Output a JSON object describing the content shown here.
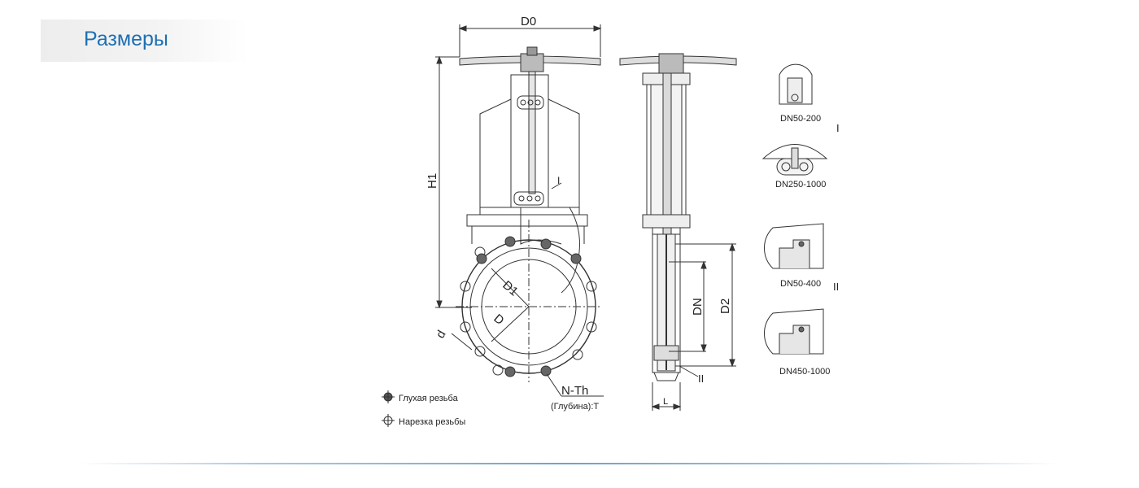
{
  "header": {
    "title": "Размеры"
  },
  "dimensions": {
    "d0": "D0",
    "h1": "H1",
    "d1": "D1",
    "d": "D",
    "d_small": "d",
    "dn": "DN",
    "d2": "D2",
    "l": "L",
    "nth": "N-Th",
    "depth": "(Глубина):T",
    "detail_1": "I",
    "detail_2": "II"
  },
  "legend": {
    "blind_thread": "Глухая резьба",
    "through_thread": "Нарезка резьбы"
  },
  "details": {
    "group_1": {
      "marker": "I",
      "items": [
        "DN50-200",
        "DN250-1000"
      ]
    },
    "group_2": {
      "marker": "II",
      "items": [
        "DN50-400",
        "DN450-1000"
      ]
    }
  },
  "colors": {
    "title": "#1d6fb3",
    "line": "#333333",
    "fill_dark": "#666666",
    "rule": "#6fa3cc"
  }
}
